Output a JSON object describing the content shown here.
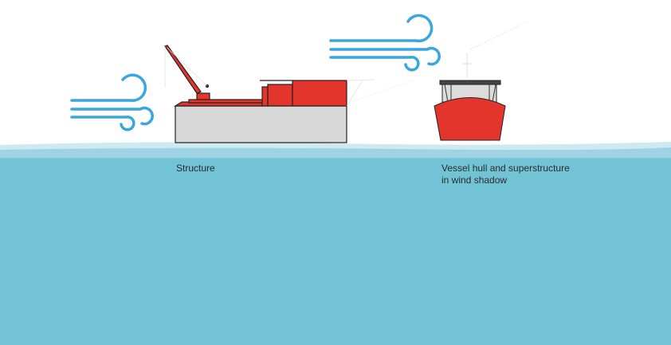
{
  "labels": {
    "structure": "Structure",
    "vessel_line1": "Vessel hull and superstructure",
    "vessel_line2": "in wind shadow"
  },
  "icons": [
    "wind-icon",
    "wind-icon",
    "platform-structure",
    "vessel-bow"
  ],
  "colors": {
    "sea": "#72c3d6",
    "sea_light": "#cde9f1",
    "red": "#e3352b",
    "grey": "#d8d8d8",
    "wind": "#3aa6dd",
    "outline": "#222222"
  }
}
